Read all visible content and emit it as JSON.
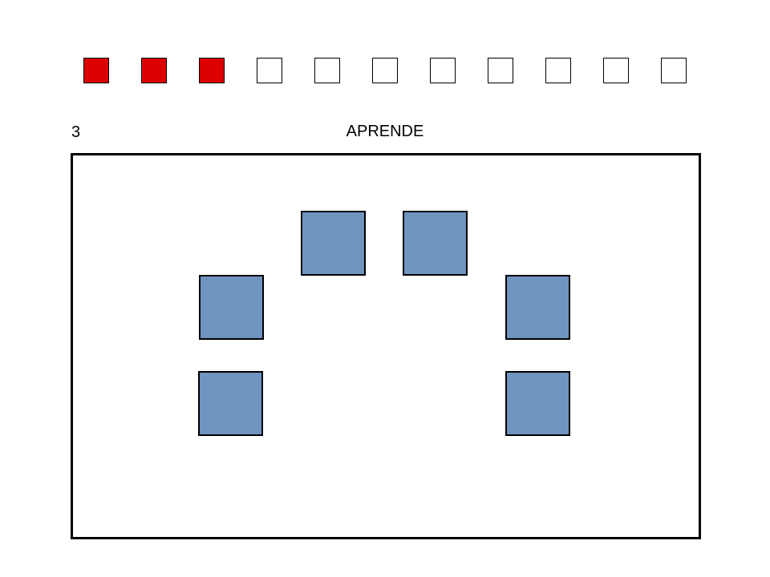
{
  "game": {
    "trial_number": "3",
    "mode_label": "APRENDE",
    "progress": {
      "total_steps": 11,
      "completed_steps": 3,
      "filled_color": "#dd0000",
      "empty_color": "#ffffff"
    },
    "board": {
      "tile_color": "#7094c0",
      "tile_count": 6
    }
  }
}
